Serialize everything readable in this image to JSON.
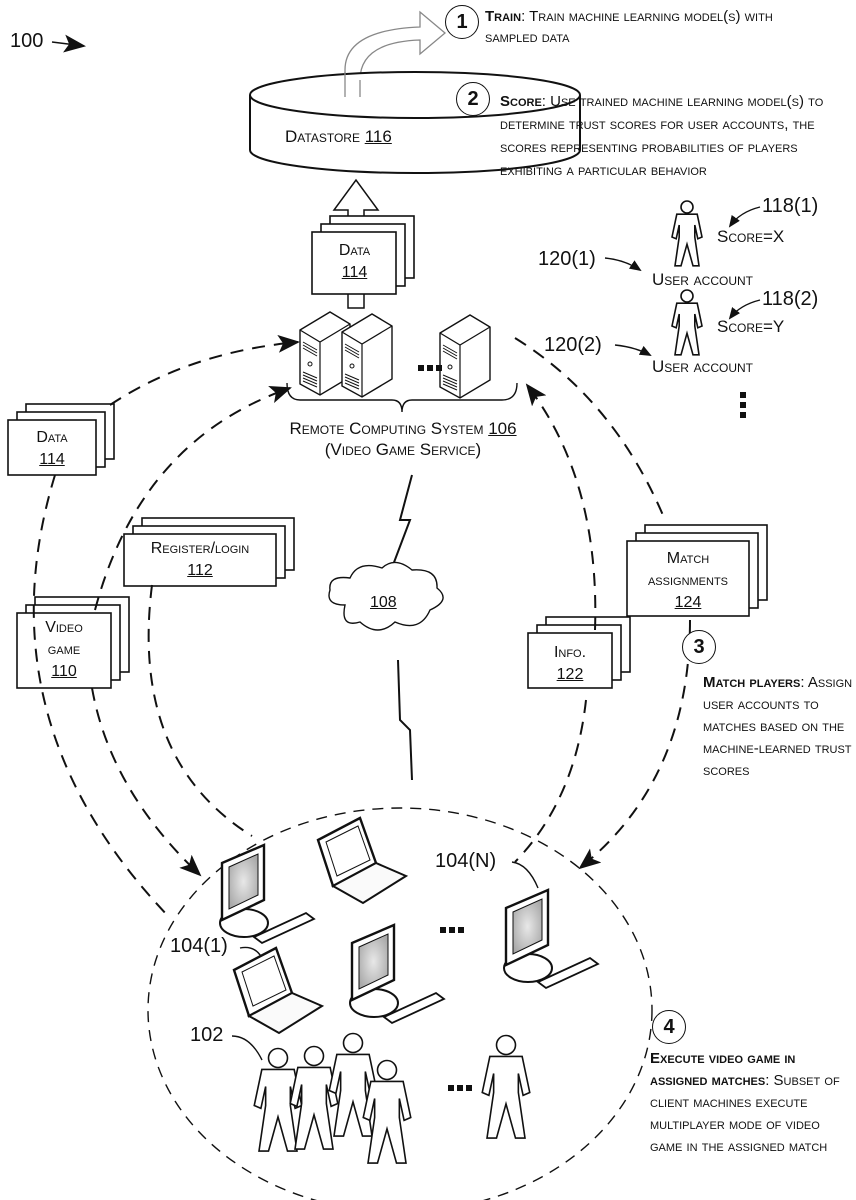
{
  "figure_ref": "100",
  "datastore": {
    "label": "Datastore",
    "ref": "116"
  },
  "steps": [
    {
      "num": "1",
      "title": "Train",
      "text": "Train machine learning model(s) with sampled data"
    },
    {
      "num": "2",
      "title": "Score",
      "text": "Use trained machine learning model(s) to determine trust scores for user accounts, the scores representing probabilities of players exhibiting a particular behavior"
    },
    {
      "num": "3",
      "title": "Match players",
      "text": "Assign user accounts to matches based on the machine-learned trust scores"
    },
    {
      "num": "4",
      "title": "Execute video game in assigned matches",
      "text": "Subset of client machines execute multiplayer mode of video game in the assigned match"
    }
  ],
  "user_accounts": [
    {
      "ref": "120(1)",
      "label": "User account",
      "score_ref": "118(1)",
      "score": "Score=X"
    },
    {
      "ref": "120(2)",
      "label": "User account",
      "score_ref": "118(2)",
      "score": "Score=Y"
    }
  ],
  "remote_system": {
    "label": "Remote Computing System",
    "ref": "106",
    "sublabel": "(Video Game Service)"
  },
  "network": {
    "ref": "108"
  },
  "documents": {
    "data_top": {
      "line1": "Data",
      "ref": "114"
    },
    "data_left": {
      "line1": "Data",
      "ref": "114"
    },
    "register": {
      "line1": "Register/login",
      "ref": "112"
    },
    "video_game": {
      "line1": "Video",
      "line2": "game",
      "ref": "110"
    },
    "info": {
      "line1": "Info.",
      "ref": "122"
    },
    "match": {
      "line1": "Match",
      "line2": "assignments",
      "ref": "124"
    }
  },
  "clients": {
    "first_ref": "104(1)",
    "last_ref": "104(N)"
  },
  "players": {
    "ref": "102"
  }
}
